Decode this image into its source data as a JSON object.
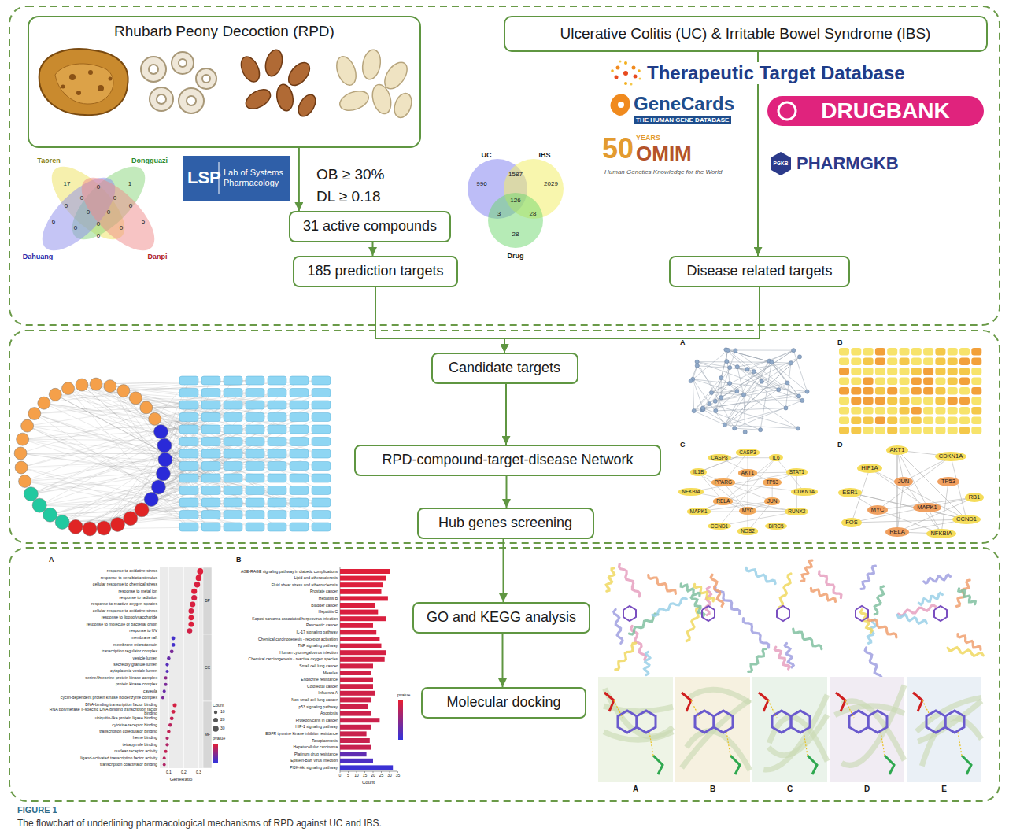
{
  "diagram": {
    "caption": "The flowchart of underlining pharmacological mechanisms of RPD against UC and IBS.",
    "nodes": [
      {
        "text": [
          "Rhubarb Peony Decoction (RPD)"
        ]
      },
      {
        "text": [
          "Ulcerative Colitis (UC) & Irritable Bowel Syndrome (IBS)"
        ]
      },
      {
        "text": [
          "31 active compounds"
        ]
      },
      {
        "text": [
          "185 prediction targets"
        ]
      },
      {
        "text": [
          "Disease related targets"
        ]
      },
      {
        "text": [
          "Candidate targets"
        ]
      },
      {
        "text": [
          "RPD-compound-target-disease Network"
        ]
      },
      {
        "text": [
          "Hub genes screening"
        ]
      },
      {
        "text": [
          "GO and KEGG analysis"
        ]
      },
      {
        "text": [
          "Molecular docking"
        ]
      }
    ],
    "edges": [
      {
        "from": 0,
        "to": 2,
        "arrow": "to"
      },
      {
        "from": 2,
        "to": 3,
        "arrow": "to"
      },
      {
        "from": 1,
        "to": 4,
        "arrow": "to"
      },
      {
        "from": 3,
        "to": 5,
        "arrow": "to"
      },
      {
        "from": 4,
        "to": 5,
        "arrow": "to"
      },
      {
        "from": 5,
        "to": 6,
        "arrow": "to"
      },
      {
        "from": 6,
        "to": 7,
        "arrow": "to"
      },
      {
        "from": 7,
        "to": 8,
        "arrow": "to"
      },
      {
        "from": 8,
        "to": 9,
        "arrow": "to"
      }
    ],
    "labels": [
      "LSP",
      "Lab of Systems Pharmacology",
      "OB ≥ 30%",
      "DL ≥ 0.18",
      "Taoren",
      "Dongguazi",
      "Dahuang",
      "Danpi",
      "17",
      "1",
      "6",
      "5",
      "0",
      "0",
      "0",
      "0",
      "0",
      "0",
      "0",
      "0",
      "0",
      "0",
      "0",
      "UC",
      "IBS",
      "Drug",
      "996",
      "1587",
      "2029",
      "126",
      "3",
      "28",
      "28",
      "Therapeutic Target Database",
      "GeneCards",
      "THE HUMAN GENE DATABASE",
      "DRUGBANK",
      "50",
      "YEARS",
      "OMIM",
      "Human Genetics Knowledge for the World",
      "PGKB",
      "PHARMGKB",
      "A",
      "B",
      "C",
      "D",
      "CASP3",
      "IL6",
      "STAT1",
      "CDKN1A",
      "RUNX2",
      "BIRC5",
      "NOS2",
      "CCND1",
      "MAPK1",
      "NFKBIA",
      "IL1B",
      "CASP8",
      "AKT1",
      "TP53",
      "JUN",
      "MYC",
      "RELA",
      "PPARG",
      "AKT1",
      "CDKN1A",
      "HIF1A",
      "ESR1",
      "JUN",
      "TP53",
      "RB1",
      "MYC",
      "MAPK1",
      "CCND1",
      "FOS",
      "RELA",
      "NFKBIA",
      "A",
      "response to oxidative stress",
      "response to xenobiotic stimulus",
      "cellular response to chemical stress",
      "response to metal ion",
      "response to radiation",
      "response to reactive oxygen species",
      "cellular response to oxidative stress",
      "response to lipopolysaccharide",
      "response to molecule of bacterial origin",
      "response to UV",
      "membrane raft",
      "membrane microdomain",
      "transcription regulator complex",
      "vesicle lumen",
      "secretory granule lumen",
      "cytoplasmic vesicle lumen",
      "serine/threonine protein kinase complex",
      "protein kinase complex",
      "caveola",
      "cyclin-dependent protein kinase holoenzyme complex",
      "DNA-binding transcription factor binding",
      "RNA polymerase II-specific DNA-binding transcription factor binding",
      "ubiquitin-like protein ligase binding",
      "cytokine receptor binding",
      "transcription coregulator binding",
      "heme binding",
      "tetrapyrrole binding",
      "nuclear receptor activity",
      "ligand-activated transcription factor activity",
      "transcription coactivator binding",
      "BP",
      "CC",
      "MF",
      "0.1",
      "0.2",
      "0.3",
      "GeneRatio",
      "Count",
      "10",
      "20",
      "30",
      "pvalue",
      "B",
      "AGE-RAGE signaling pathway in diabetic complications",
      "Lipid and atherosclerosis",
      "Fluid shear stress and atherosclerosis",
      "Prostate cancer",
      "Hepatitis B",
      "Bladder cancer",
      "Hepatitis C",
      "Kaposi sarcoma-associated herpesvirus infection",
      "Pancreatic cancer",
      "IL-17 signaling pathway",
      "Chemical carcinogenesis - receptor activation",
      "TNF signaling pathway",
      "Human cytomegalovirus infection",
      "Chemical carcinogenesis - reactive oxygen species",
      "Small cell lung cancer",
      "Measles",
      "Endocrine resistance",
      "Colorectal cancer",
      "Influenza A",
      "Non-small cell lung cancer",
      "p53 signaling pathway",
      "Apoptosis",
      "Proteoglycans in cancer",
      "HIF-1 signaling pathway",
      "EGFR tyrosine kinase inhibitor resistance",
      "Toxoplasmosis",
      "Hepatocellular carcinoma",
      "Platinum drug resistance",
      "Epstein-Barr virus infection",
      "PI3K-Akt signaling pathway",
      "0",
      "5",
      "10",
      "15",
      "20",
      "25",
      "30",
      "35",
      "Count",
      "pvalue",
      "A",
      "B",
      "C",
      "D",
      "E",
      "FIGURE 1"
    ]
  }
}
